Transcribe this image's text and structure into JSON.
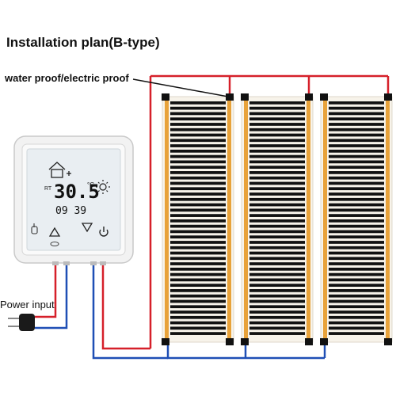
{
  "title": "Installation plan(B-type)",
  "labels": {
    "waterproof": "water proof/electric proof",
    "power_input": "Power input"
  },
  "thermostat": {
    "mode_label": "RT",
    "temperature": "30.5",
    "unit": "°C",
    "time": "09 39",
    "buttons": [
      "hand-icon",
      "up-arrow-icon",
      "down-arrow-icon",
      "power-icon"
    ]
  },
  "heating_films": {
    "count": 3,
    "stripes_per_film": 44
  },
  "colors": {
    "live_wire": "#d6202a",
    "neutral_wire": "#1f4fb5",
    "copper_busbar": "#e8a23a",
    "carbon_stripe": "#111111",
    "thermostat_body": "#f2f2f2",
    "screen": "#e9eef2"
  }
}
